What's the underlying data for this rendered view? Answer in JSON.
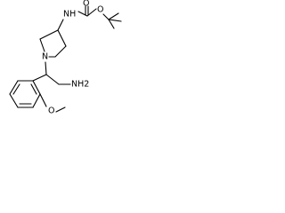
{
  "molecule": {
    "atom_labels": {
      "boc_nh": "NH",
      "carbonyl_o": "O",
      "ester_o": "O",
      "pyrrolidine_n": "N",
      "amine": "NH2",
      "methoxy_o": "O"
    }
  },
  "colors": {
    "bond": "#000000",
    "text": "#000000",
    "background": "#ffffff"
  }
}
